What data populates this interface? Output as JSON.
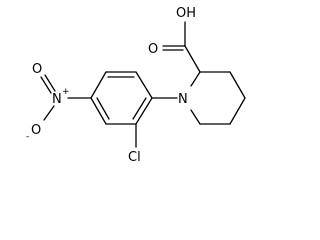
{
  "structure": {
    "atoms": {
      "carboxyl_oh": "OH",
      "carbonyl_o": "O",
      "amine_n": "N",
      "nitro_n": "N",
      "nitro_n_charge": "+",
      "nitro_o_top": "O",
      "nitro_o_bottom": "O",
      "nitro_o_charge": "-",
      "chlorine": "Cl"
    }
  }
}
